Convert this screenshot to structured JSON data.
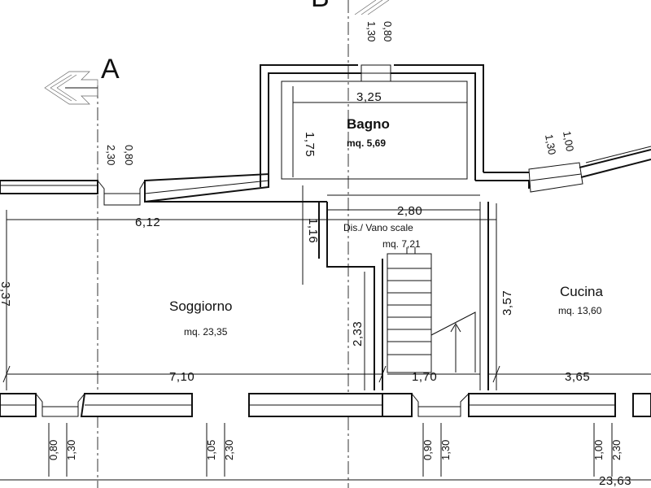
{
  "sections": {
    "left": "A",
    "top": "B"
  },
  "rooms": {
    "bagno": {
      "name": "Bagno",
      "area": "mq. 5,69"
    },
    "disimpegno": {
      "name": "Dis./ Vano scale",
      "area": "mq. 7,21"
    },
    "soggiorno": {
      "name": "Soggiorno",
      "area": "mq. 23,35"
    },
    "cucina": {
      "name": "Cucina",
      "area": "mq. 13,60"
    }
  },
  "dimensions": {
    "bagno_width": "3,25",
    "bagno_depth": "1,75",
    "dis_width": "2,80",
    "dis_depth": "1,16",
    "soggiorno_top": "6,12",
    "soggiorno_height": "3,37",
    "soggiorno_bottom": "7,10",
    "corridor_height": "2,33",
    "stair_width": "1,70",
    "cucina_height": "3,57",
    "cucina_bottom": "3,65",
    "total_length": "23,63"
  },
  "openings": {
    "top_bagno": [
      "1,30",
      "0,80"
    ],
    "top_left": [
      "2,30",
      "0,80"
    ],
    "top_right": [
      "1,30",
      "1,00"
    ],
    "bottom_left": [
      "0,80",
      "1,30"
    ],
    "bottom_mid_left": [
      "1,05",
      "2,30"
    ],
    "bottom_center": [
      "0,90",
      "1,30"
    ],
    "bottom_right": [
      "1,00",
      "2,30"
    ]
  }
}
